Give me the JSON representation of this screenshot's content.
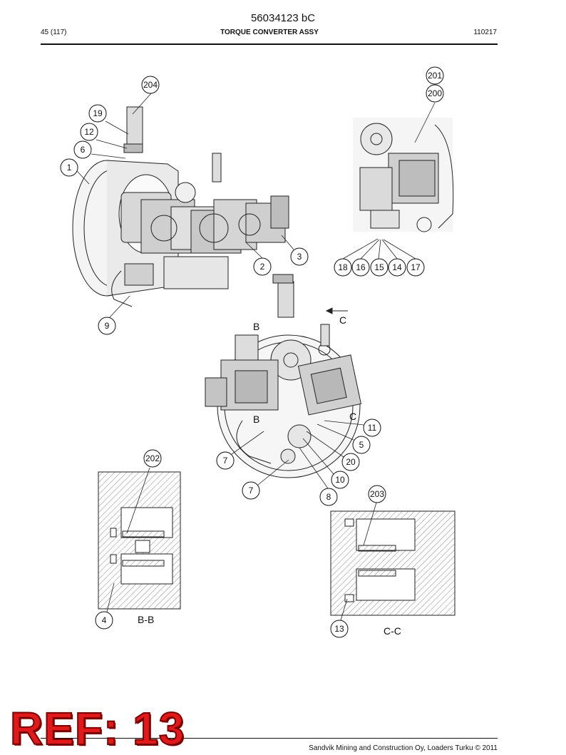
{
  "header": {
    "doc_number": "56034123 bC",
    "page": "45 (117)",
    "title": "TORQUE CONVERTER ASSY",
    "code": "110217"
  },
  "callouts": [
    "204",
    "19",
    "12",
    "6",
    "1",
    "2",
    "3",
    "9",
    "201",
    "200",
    "18",
    "16",
    "15",
    "14",
    "17",
    "202",
    "7",
    "7",
    "11",
    "5",
    "20",
    "10",
    "8",
    "203",
    "4",
    "13"
  ],
  "section_labels": {
    "b_top": "B",
    "b_bottom": "B",
    "c_top": "C",
    "c_bottom": "C",
    "bb": "B-B",
    "cc": "C-C"
  },
  "footer": {
    "copyright": "Sandvik Mining and Construction Oy, Loaders Turku © 2011"
  },
  "stamp": {
    "text": "REF: 13",
    "color": "#e0191b"
  }
}
